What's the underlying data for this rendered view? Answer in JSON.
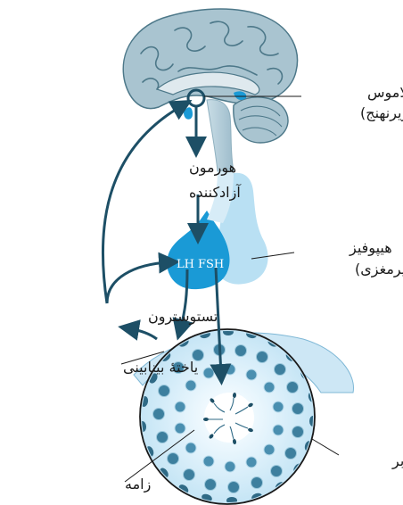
{
  "diagram": {
    "labels": {
      "hypothalamus": "هیپوتالاموس",
      "hypothalamus_alt": "(زیرنهنج)",
      "releasing_hormone_1": "هورمون",
      "releasing_hormone_2": "آزادکننده",
      "pituitary": "هیپوفیز",
      "pituitary_alt": "(زیرمغزی)",
      "lh": "LH",
      "fsh": "FSH",
      "testosterone": "تستوسترون",
      "interstitial_cell": "یاختهٔ بینابینی",
      "seminiferous_tubule": "لولهٔ زامه‌بر",
      "sperm": "زامه"
    },
    "colors": {
      "brain": "#7fa6b6",
      "brain_dark": "#4d7889",
      "pituitary_anterior": "#1a9ad6",
      "pituitary_posterior": "#b9e0f3",
      "arrow": "#1d4f66",
      "tubule_bg": "#d6eefa",
      "cell_nucleus": "#2f6a86"
    }
  }
}
